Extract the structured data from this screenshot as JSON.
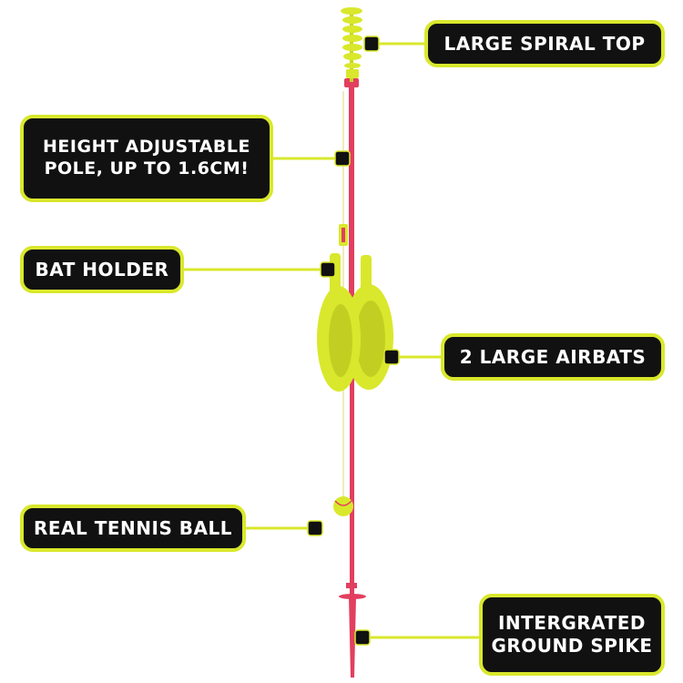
{
  "callouts": {
    "spiral_top": "LARGE SPIRAL TOP",
    "pole_line1": "HEIGHT ADJUSTABLE",
    "pole_line2": "POLE, UP TO 1.6CM!",
    "bat_holder": "BAT HOLDER",
    "airbats": "2 LARGE AIRBATS",
    "tennis_ball": "REAL TENNIS BALL",
    "spike_line1": "INTERGRATED",
    "spike_line2": "GROUND SPIKE"
  },
  "colors": {
    "pole": "#e23f5f",
    "accent": "#d9e82c",
    "callout_bg": "#111111",
    "callout_text": "#ffffff",
    "background": "#ffffff"
  }
}
